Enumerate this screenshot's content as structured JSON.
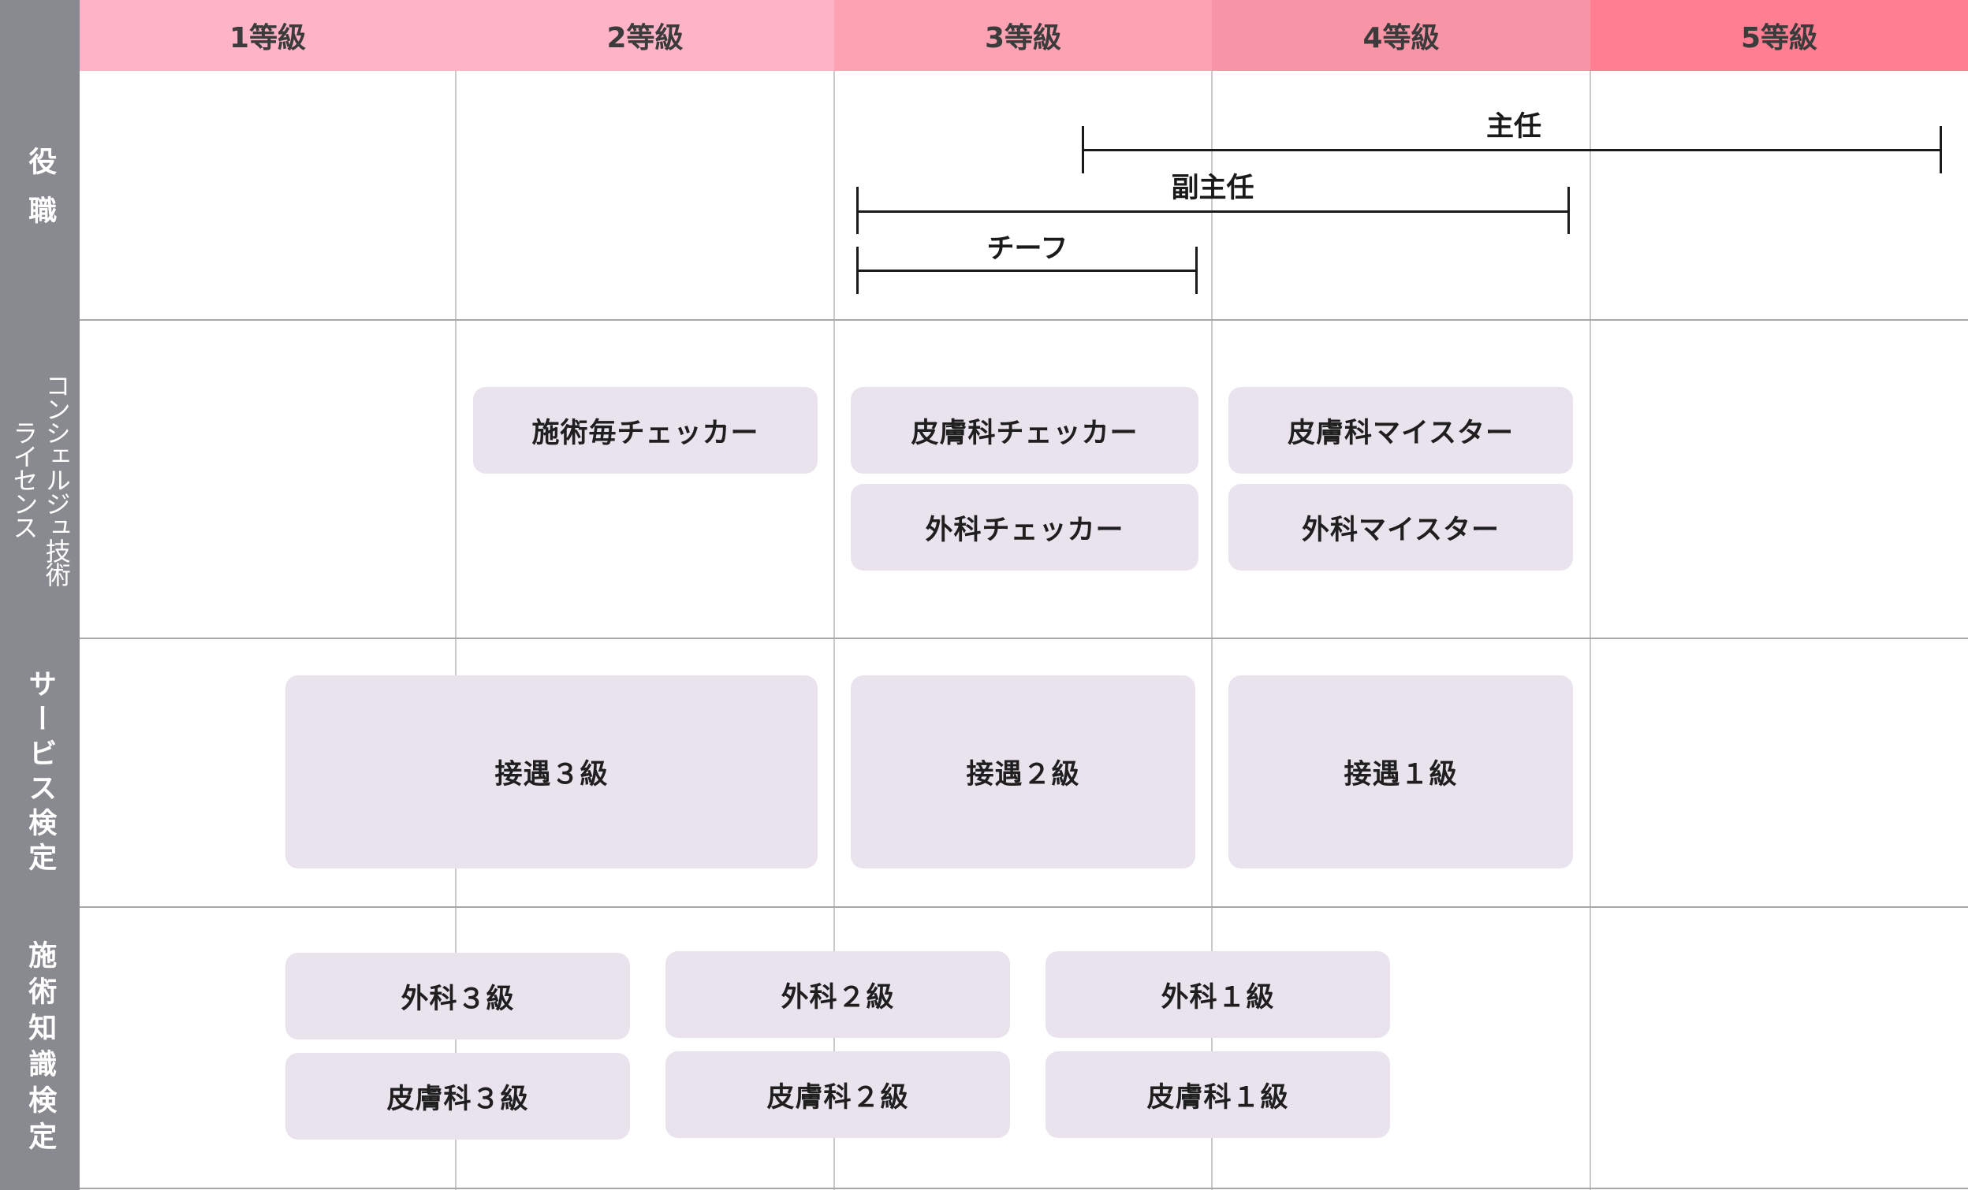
{
  "header": {
    "grades": [
      "1等級",
      "2等級",
      "3等級",
      "4等級",
      "5等級"
    ],
    "colors": [
      "#ffb3c7",
      "#ffb3c7",
      "#fca2b3",
      "#f794a6",
      "#ff7e92"
    ]
  },
  "rows": {
    "position": "役職",
    "license": [
      "コンシェルジュ技術",
      "ライセンス"
    ],
    "service": "サービス検定",
    "knowledge": "施術知識検定"
  },
  "positions": {
    "shunin": "主任",
    "fukushunin": "副主任",
    "chief": "チーフ"
  },
  "license_boxes": {
    "box1": "施術毎チェッカー",
    "box2": "皮膚科チェッカー",
    "box3": "皮膚科マイスター",
    "box4": "外科チェッカー",
    "box5": "外科マイスター"
  },
  "service_boxes": {
    "box1": "接遇３級",
    "box2": "接遇２級",
    "box3": "接遇１級"
  },
  "knowledge_boxes": {
    "box1": "外科３級",
    "box2": "外科２級",
    "box3": "外科１級",
    "box4": "皮膚科３級",
    "box5": "皮膚科２級",
    "box6": "皮膚科１級"
  }
}
